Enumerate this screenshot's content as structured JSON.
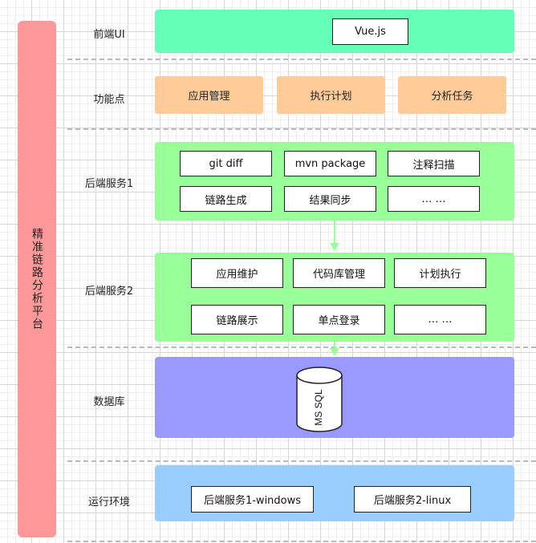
{
  "platform": {
    "label": "精准链路分析平台",
    "color": "#ff9999"
  },
  "rows": {
    "frontend": {
      "label": "前端UI",
      "color": "#66ffb8",
      "items": [
        "Vue.js"
      ]
    },
    "features": {
      "label": "功能点",
      "color": "#ffcc99",
      "items": [
        "应用管理",
        "执行计划",
        "分析任务"
      ]
    },
    "backend1": {
      "label": "后端服务1",
      "color": "#99ff99",
      "items": [
        "git diff",
        "mvn package",
        "注释扫描",
        "链路生成",
        "结果同步",
        "… …"
      ]
    },
    "backend2": {
      "label": "后端服务2",
      "color": "#99ff99",
      "items": [
        "应用维护",
        "代码库管理",
        "计划执行",
        "链路展示",
        "单点登录",
        "… …"
      ]
    },
    "database": {
      "label": "数据库",
      "color": "#9999ff",
      "cylinder": "MS SQL"
    },
    "runtime": {
      "label": "运行环境",
      "color": "#99ccff",
      "items": [
        "后端服务1-windows",
        "后端服务2-linux"
      ]
    }
  },
  "arrow_color": "#99ff99"
}
